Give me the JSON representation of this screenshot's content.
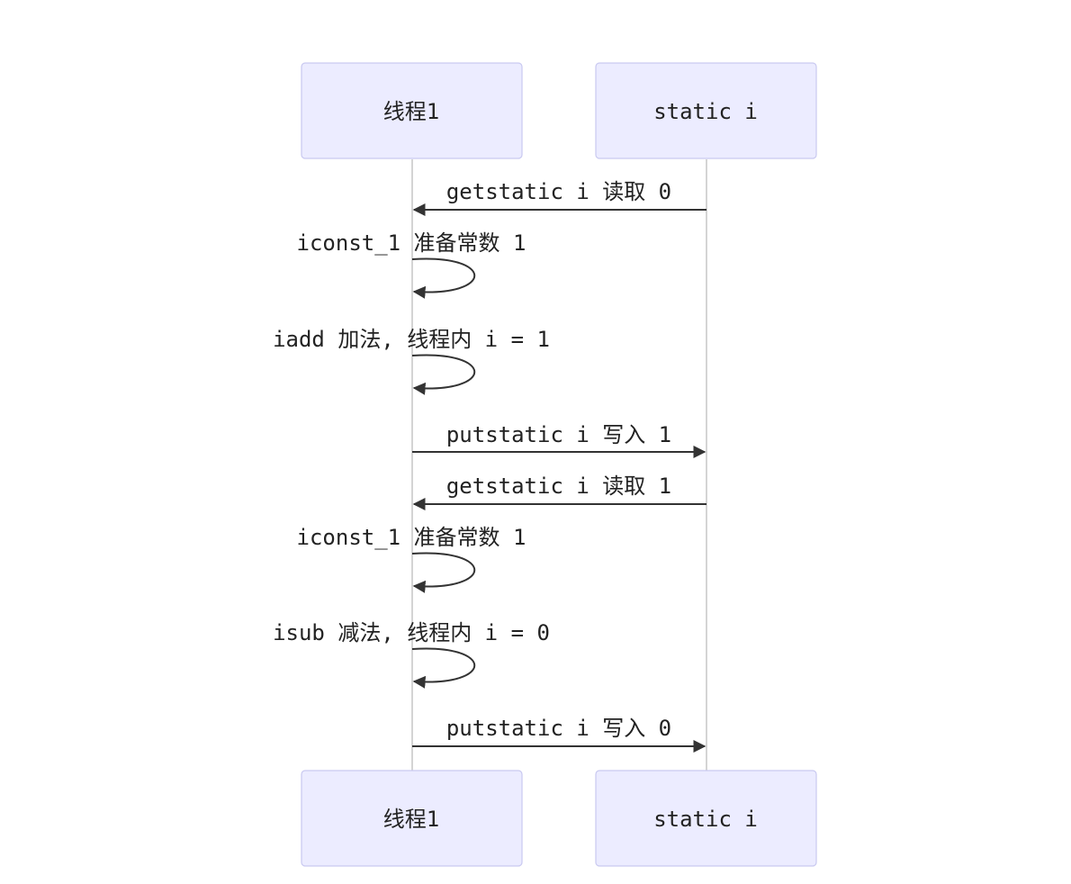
{
  "participants": [
    {
      "id": "thread",
      "label": "线程1"
    },
    {
      "id": "static",
      "label": "static i"
    }
  ],
  "messages": [
    {
      "from": "static",
      "to": "thread",
      "text": "getstatic i 读取 0"
    },
    {
      "from": "thread",
      "to": "thread",
      "text": "iconst_1 准备常数 1"
    },
    {
      "from": "thread",
      "to": "thread",
      "text": "iadd 加法, 线程内 i = 1"
    },
    {
      "from": "thread",
      "to": "static",
      "text": "putstatic i 写入 1"
    },
    {
      "from": "static",
      "to": "thread",
      "text": "getstatic i 读取 1"
    },
    {
      "from": "thread",
      "to": "thread",
      "text": "iconst_1 准备常数 1"
    },
    {
      "from": "thread",
      "to": "thread",
      "text": "isub 减法, 线程内 i = 0"
    },
    {
      "from": "thread",
      "to": "static",
      "text": "putstatic i 写入 0"
    }
  ]
}
